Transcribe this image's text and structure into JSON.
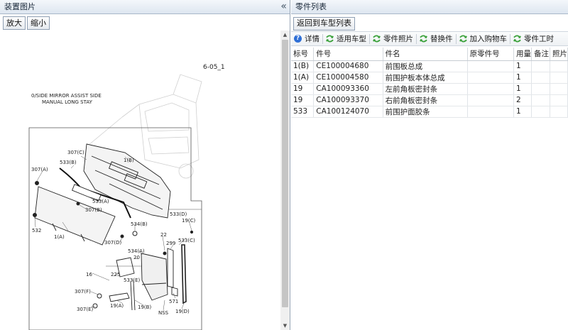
{
  "left_panel": {
    "title": "装置图片",
    "collapse_glyph": "«",
    "zoom_in_label": "放大",
    "zoom_out_label": "缩小"
  },
  "drawing": {
    "page_code": "6-05_1",
    "mirror_note_line1": "0/SIDE MIRROR ASSIST SIDE",
    "mirror_note_line2": "MANUAL LONG STAY",
    "callouts": {
      "c307C": "307(C)",
      "c533B": "533(B)",
      "c1B": "1(B)",
      "c307A": "307(A)",
      "c533A": "533(A)",
      "c307B": "307(B)",
      "c532": "532",
      "c1A": "1(A)",
      "c534B": "534(B)",
      "c533D": "533(D)",
      "c19C": "19(C)",
      "c533C": "533(C)",
      "c22": "22",
      "c307D": "307(D)",
      "c299": "299",
      "c534A": "534(A)",
      "c20": "20",
      "c16": "16",
      "c225": "225",
      "c533E": "533(E)",
      "c307F": "307(F)",
      "c571": "571",
      "c19A": "19(A)",
      "c19B": "19(B)",
      "c307E": "307(E)",
      "cNSS": "NSS",
      "c19D": "19(D)"
    }
  },
  "right_panel": {
    "title": "零件列表",
    "back_label": "返回到车型列表",
    "actions": [
      {
        "label": "详情",
        "icon": "help-icon"
      },
      {
        "label": "适用车型",
        "icon": "arrows-icon"
      },
      {
        "label": "零件照片",
        "icon": "arrows-icon"
      },
      {
        "label": "替换件",
        "icon": "arrows-icon"
      },
      {
        "label": "加入购物车",
        "icon": "arrows-icon"
      },
      {
        "label": "零件工时",
        "icon": "arrows-icon"
      }
    ],
    "columns": [
      "标号",
      "件号",
      "件名",
      "原零件号",
      "用量",
      "备注",
      "照片"
    ],
    "rows": [
      {
        "ref": "1(B)",
        "part_no": "CE100004680",
        "name": "前围板总成",
        "orig": "",
        "qty": "1",
        "note": "",
        "photo": ""
      },
      {
        "ref": "1(A)",
        "part_no": "CE100004580",
        "name": "前围护板本体总成",
        "orig": "",
        "qty": "1",
        "note": "",
        "photo": ""
      },
      {
        "ref": "19",
        "part_no": "CA100093360",
        "name": "左前角板密封条",
        "orig": "",
        "qty": "1",
        "note": "",
        "photo": ""
      },
      {
        "ref": "19",
        "part_no": "CA100093370",
        "name": "右前角板密封条",
        "orig": "",
        "qty": "2",
        "note": "",
        "photo": ""
      },
      {
        "ref": "533",
        "part_no": "CA100124070",
        "name": "前围护面胶条",
        "orig": "",
        "qty": "1",
        "note": "",
        "photo": ""
      }
    ]
  },
  "colors": {
    "accent_green": "#3aa13a",
    "help_blue": "#2f6fd6",
    "header_bg": "#dde6f0"
  }
}
